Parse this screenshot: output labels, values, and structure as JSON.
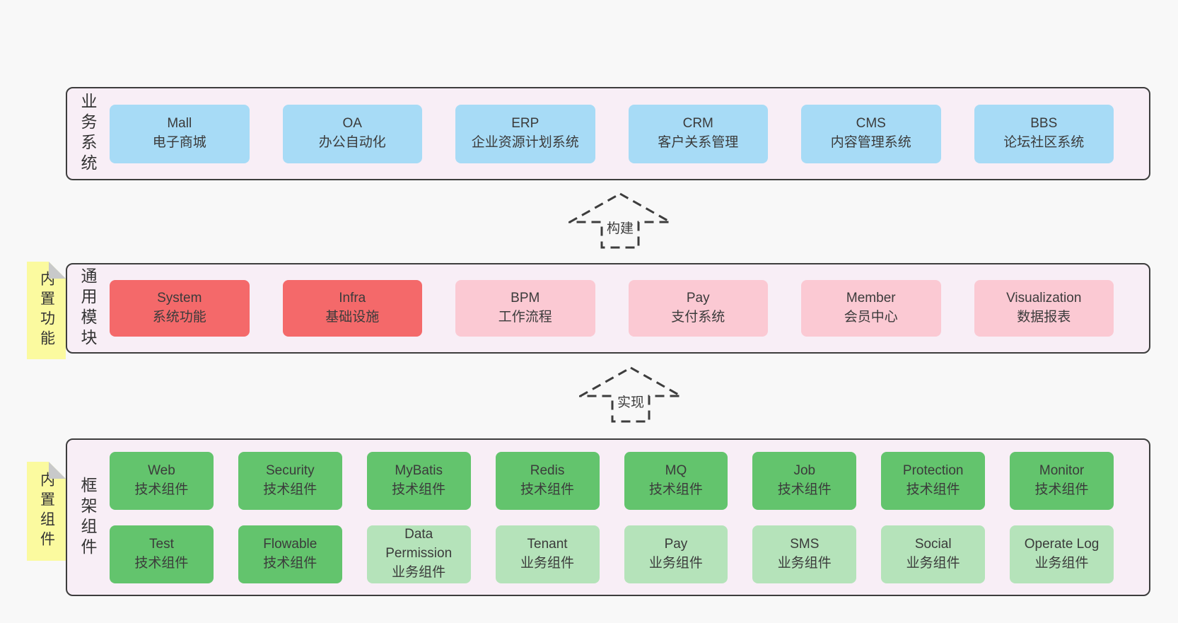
{
  "palette": {
    "page_bg": "#f8f8f8",
    "band_bg": "#f8eef6",
    "band_border": "#3d3d3d",
    "blue": "#a7dbf6",
    "red": "#f4696a",
    "pink": "#fbc9d3",
    "green": "#63c46d",
    "green_light": "#b5e3ba",
    "note_yellow": "#fbfa9f",
    "note_fold": "#c8c9ca"
  },
  "arrows": [
    {
      "label": "构建"
    },
    {
      "label": "实现"
    }
  ],
  "notes": [
    {
      "text": "内置功能"
    },
    {
      "text": "内置组件"
    }
  ],
  "bands": [
    {
      "label": "业务系统",
      "rows": [
        [
          {
            "key": "mall",
            "variant": "blue",
            "lines": [
              "Mall",
              "电子商城"
            ]
          },
          {
            "key": "oa",
            "variant": "blue",
            "lines": [
              "OA",
              "办公自动化"
            ]
          },
          {
            "key": "erp",
            "variant": "blue",
            "lines": [
              "ERP",
              "企业资源计划系统"
            ]
          },
          {
            "key": "crm",
            "variant": "blue",
            "lines": [
              "CRM",
              "客户关系管理"
            ]
          },
          {
            "key": "cms",
            "variant": "blue",
            "lines": [
              "CMS",
              "内容管理系统"
            ]
          },
          {
            "key": "bbs",
            "variant": "blue",
            "lines": [
              "BBS",
              "论坛社区系统"
            ]
          }
        ]
      ]
    },
    {
      "label": "通用模块",
      "rows": [
        [
          {
            "key": "system",
            "variant": "red",
            "lines": [
              "System",
              "系统功能"
            ]
          },
          {
            "key": "infra",
            "variant": "red",
            "lines": [
              "Infra",
              "基础设施"
            ]
          },
          {
            "key": "bpm",
            "variant": "pink",
            "lines": [
              "BPM",
              "工作流程"
            ]
          },
          {
            "key": "pay",
            "variant": "pink",
            "lines": [
              "Pay",
              "支付系统"
            ]
          },
          {
            "key": "member",
            "variant": "pink",
            "lines": [
              "Member",
              "会员中心"
            ]
          },
          {
            "key": "visualization",
            "variant": "pink",
            "lines": [
              "Visualization",
              "数据报表"
            ]
          }
        ]
      ]
    },
    {
      "label": "框架组件",
      "rows": [
        [
          {
            "key": "web",
            "variant": "green",
            "lines": [
              "Web",
              "技术组件"
            ]
          },
          {
            "key": "security",
            "variant": "green",
            "lines": [
              "Security",
              "技术组件"
            ]
          },
          {
            "key": "mybatis",
            "variant": "green",
            "lines": [
              "MyBatis",
              "技术组件"
            ]
          },
          {
            "key": "redis",
            "variant": "green",
            "lines": [
              "Redis",
              "技术组件"
            ]
          },
          {
            "key": "mq",
            "variant": "green",
            "lines": [
              "MQ",
              "技术组件"
            ]
          },
          {
            "key": "job",
            "variant": "green",
            "lines": [
              "Job",
              "技术组件"
            ]
          },
          {
            "key": "protection",
            "variant": "green",
            "lines": [
              "Protection",
              "技术组件"
            ]
          },
          {
            "key": "monitor",
            "variant": "green",
            "lines": [
              "Monitor",
              "技术组件"
            ]
          }
        ],
        [
          {
            "key": "test",
            "variant": "green",
            "lines": [
              "Test",
              "技术组件"
            ]
          },
          {
            "key": "flowable",
            "variant": "green",
            "lines": [
              "Flowable",
              "技术组件"
            ]
          },
          {
            "key": "data-permission",
            "variant": "green-light",
            "lines": [
              "Data Permission",
              "业务组件"
            ]
          },
          {
            "key": "tenant",
            "variant": "green-light",
            "lines": [
              "Tenant",
              "业务组件"
            ]
          },
          {
            "key": "pay-biz",
            "variant": "green-light",
            "lines": [
              "Pay",
              "业务组件"
            ]
          },
          {
            "key": "sms",
            "variant": "green-light",
            "lines": [
              "SMS",
              "业务组件"
            ]
          },
          {
            "key": "social",
            "variant": "green-light",
            "lines": [
              "Social",
              "业务组件"
            ]
          },
          {
            "key": "operate-log",
            "variant": "green-light",
            "lines": [
              "Operate Log",
              "业务组件"
            ]
          }
        ]
      ]
    }
  ]
}
